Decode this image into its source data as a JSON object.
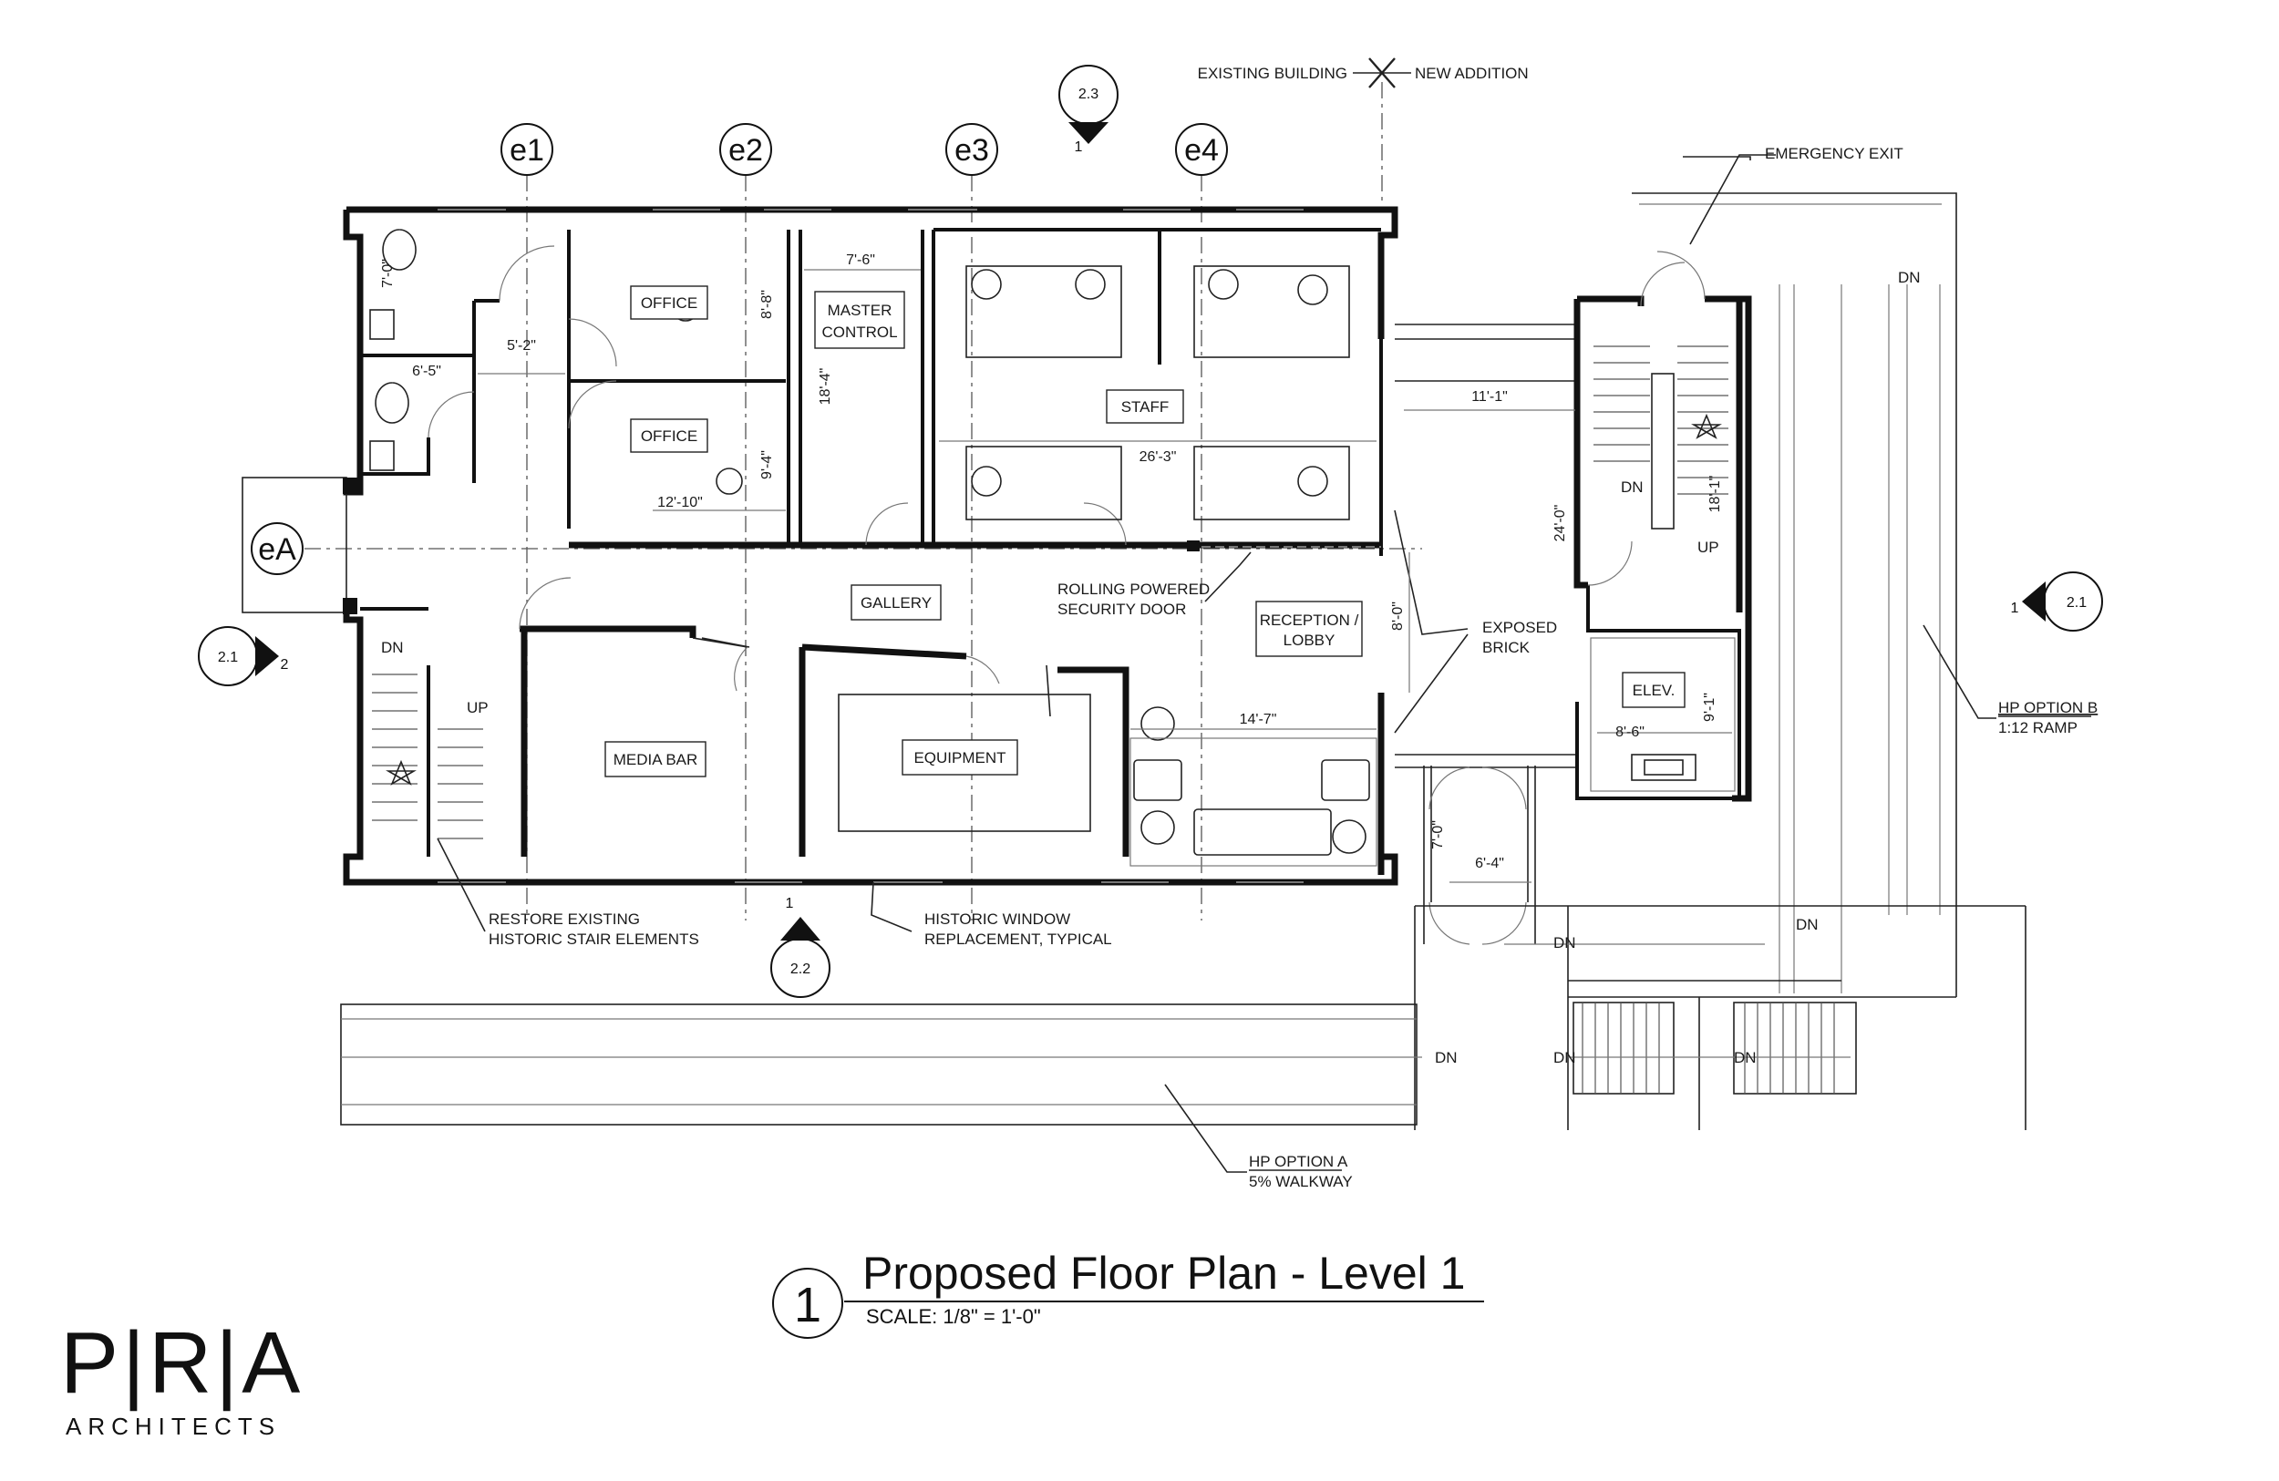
{
  "grid": {
    "columns": [
      "e1",
      "e2",
      "e3",
      "e4"
    ],
    "row": "eA"
  },
  "sections": {
    "s23": {
      "sheet": "2.3",
      "num": "1"
    },
    "s21_left": {
      "sheet": "2.1",
      "num": "2"
    },
    "s21_right": {
      "sheet": "2.1",
      "num": "1"
    },
    "s22": {
      "sheet": "2.2",
      "num": "1"
    }
  },
  "rooms": {
    "office_1": "OFFICE",
    "office_2": "OFFICE",
    "master_control_1": "MASTER",
    "master_control_2": "CONTROL",
    "staff": "STAFF",
    "gallery": "GALLERY",
    "media_bar": "MEDIA BAR",
    "equipment": "EQUIPMENT",
    "reception_1": "RECEPTION /",
    "reception_2": "LOBBY",
    "elevator": "ELEV."
  },
  "notes": {
    "existing_building": "EXISTING BUILDING",
    "new_addition": "NEW ADDITION",
    "emergency_exit": "EMERGENCY EXIT",
    "rolling_door_1": "ROLLING POWERED",
    "rolling_door_2": "SECURITY DOOR",
    "exposed_brick_1": "EXPOSED",
    "exposed_brick_2": "BRICK",
    "restore_stair_1": "RESTORE EXISTING",
    "restore_stair_2": "HISTORIC STAIR ELEMENTS",
    "window_1": "HISTORIC WINDOW",
    "window_2": "REPLACEMENT, TYPICAL",
    "hp_b_1": "HP OPTION B",
    "hp_b_2": "1:12 RAMP",
    "hp_a_1": "HP OPTION A",
    "hp_a_2": "5% WALKWAY"
  },
  "stairs": {
    "dn": "DN",
    "up": "UP"
  },
  "dimensions": {
    "d7_0a": "7'-0\"",
    "d5_2": "5'-2\"",
    "d6_5": "6'-5\"",
    "d8_8": "8'-8\"",
    "d9_4": "9'-4\"",
    "d12_10": "12'-10\"",
    "d7_6": "7'-6\"",
    "d18_4": "18'-4\"",
    "d26_3": "26'-3\"",
    "d11_1": "11'-1\"",
    "d24_0": "24'-0\"",
    "d18_1": "18'-1\"",
    "d8_0": "8'-0\"",
    "d14_7": "14'-7\"",
    "d9_1": "9'-1\"",
    "d8_6": "8'-6\"",
    "d7_0b": "7'-0\"",
    "d6_4": "6'-4\""
  },
  "title": {
    "number": "1",
    "name": "Proposed Floor Plan - Level 1",
    "scale": "SCALE:  1/8\" = 1'-0\""
  },
  "logo": {
    "mark": "P|R|A",
    "sub": "ARCHITECTS"
  }
}
